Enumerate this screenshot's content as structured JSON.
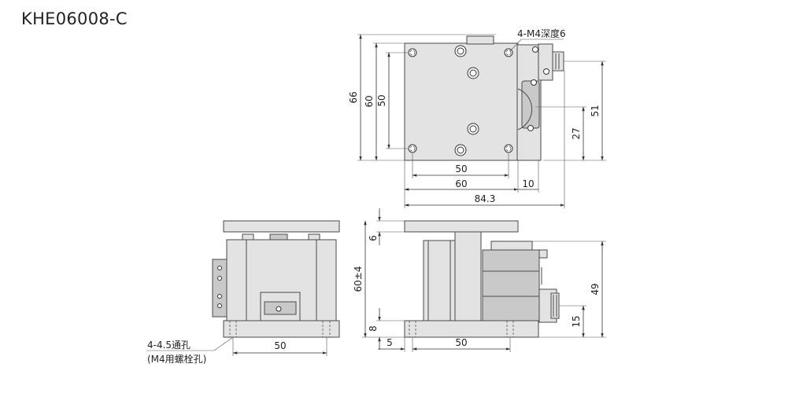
{
  "title": "KHE06008-C",
  "top_view": {
    "dimensions": {
      "d66": "66",
      "d60": "60",
      "d50": "50",
      "bottom_50": "50",
      "bottom_60": "60",
      "d10": "10",
      "total": "84.3",
      "d51": "51",
      "d27": "27"
    },
    "callout_tap": "4-M4深度6"
  },
  "side_view_left": {
    "dimension_50": "50",
    "callout_hole": "4-4.5通孔",
    "callout_bolt": "(M4用螺栓孔)"
  },
  "side_view_right": {
    "dimensions": {
      "d6": "6",
      "d60pm4": "60±4",
      "d8": "8",
      "d5": "5",
      "d50": "50",
      "d49": "49",
      "d15": "15"
    }
  }
}
